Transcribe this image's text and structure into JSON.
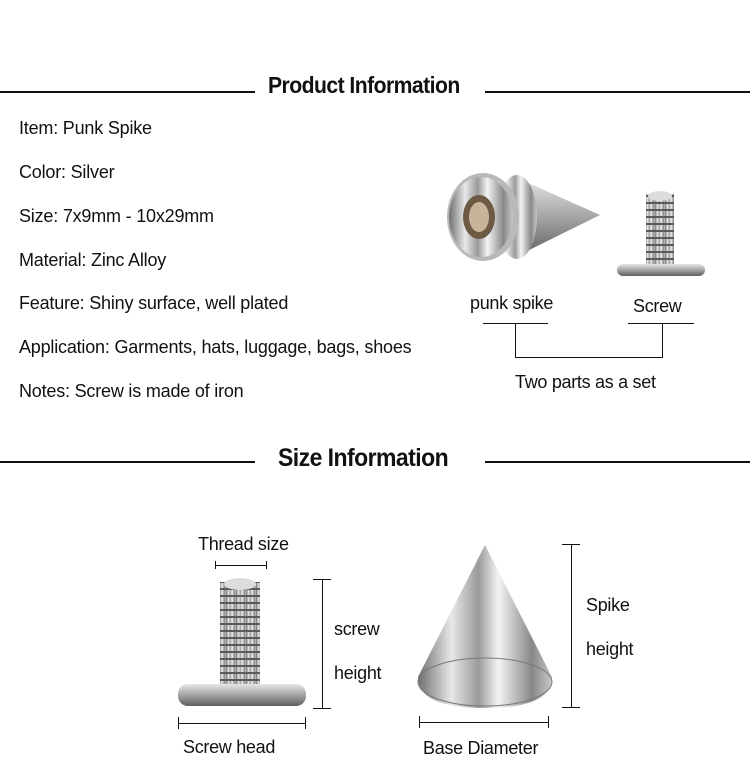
{
  "product_heading": "Product Information",
  "specs": [
    "Item: Punk Spike",
    "Color: Silver",
    "Size: 7x9mm - 10x29mm",
    "Material: Zinc Alloy",
    "Feature: Shiny surface, well plated",
    "Application: Garments, hats, luggage, bags, shoes",
    "Notes: Screw is made of iron"
  ],
  "parts": {
    "spike_label": "punk spike",
    "screw_label": "Screw",
    "set_label": "Two parts as a set"
  },
  "size_heading": "Size Information",
  "size": {
    "thread_size": "Thread size",
    "screw_height_1": "screw",
    "screw_height_2": "height",
    "screw_head": "Screw head",
    "spike_height_1": "Spike",
    "spike_height_2": "height",
    "base_diameter": "Base Diameter"
  }
}
